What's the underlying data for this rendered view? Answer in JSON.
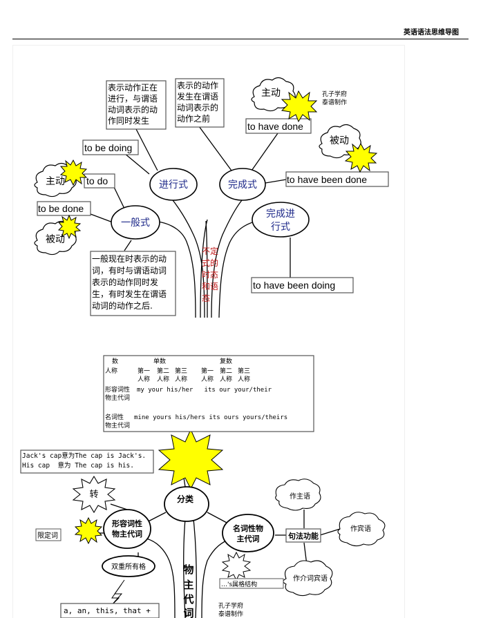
{
  "header": {
    "title": "英语语法思维导图"
  },
  "map1": {
    "trunk_label": [
      "不定",
      "式的",
      "时态",
      "和语",
      "态"
    ],
    "nodes": {
      "progressive": "进行式",
      "perfect": "完成式",
      "simple": "一般式",
      "perfect_progressive": [
        "完成进",
        "行式"
      ]
    },
    "boxes": {
      "to_be_doing": "to be doing",
      "to_do": "to do",
      "to_be_done": "to be done",
      "to_have_done": "to have done",
      "to_have_been_done": "to have been done",
      "to_have_been_doing": "to have been doing"
    },
    "notes": {
      "progressive": [
        "表示动作正在",
        "进行，与谓语",
        "动词表示的动",
        "作同时发生"
      ],
      "perfect": [
        "表示的动作",
        "发生在谓语",
        "动词表示的",
        "动作之前"
      ],
      "simple": [
        "一般现在时表示的动",
        "词，有时与谓语动词",
        "表示的动作同时发",
        "生，有时发生在谓语",
        "动词的动作之后."
      ]
    },
    "clouds": {
      "active_top": "主动",
      "passive_top": "被动",
      "active_left": "主动",
      "passive_left": "被动"
    },
    "credit": [
      "孔子学府",
      "泰谱制作"
    ]
  },
  "map2": {
    "table": {
      "row1": [
        "数",
        "单数",
        "复数"
      ],
      "row2a": [
        "人称",
        "第一",
        "第二",
        "第三",
        "第一",
        "第二",
        "第三"
      ],
      "row2b": [
        "人称",
        "人称",
        "人称",
        "人称",
        "人称",
        "人称"
      ],
      "row3_label": [
        "形容词性",
        "物主代词"
      ],
      "row3_values": "my your his/her   its our your/their",
      "row4_label": [
        "名词性",
        "物主代词"
      ],
      "row4_values": "mine yours his/hers its ours yours/theirs"
    },
    "example_box": [
      "Jack's cap意为The cap is Jack's.",
      "His cap  意为 The cap is his."
    ],
    "nodes": {
      "classify": "分类",
      "adjective": [
        "形容词性",
        "物主代词"
      ],
      "noun": [
        "名词性物",
        "主代词"
      ],
      "syntax": "句法功能",
      "double_possessive": "双重所有格"
    },
    "labels": {
      "convert": "转",
      "determiner": "限定词",
      "subject": "作主语",
      "object": "作宾语",
      "prep_object": "作介词宾语",
      "s_structure": "…'s属格结构",
      "articles": "a, an, this, that +"
    },
    "trunk_label": [
      "物",
      "主",
      "代",
      "词"
    ],
    "credit": [
      "孔子学府",
      "泰谱制作"
    ]
  }
}
